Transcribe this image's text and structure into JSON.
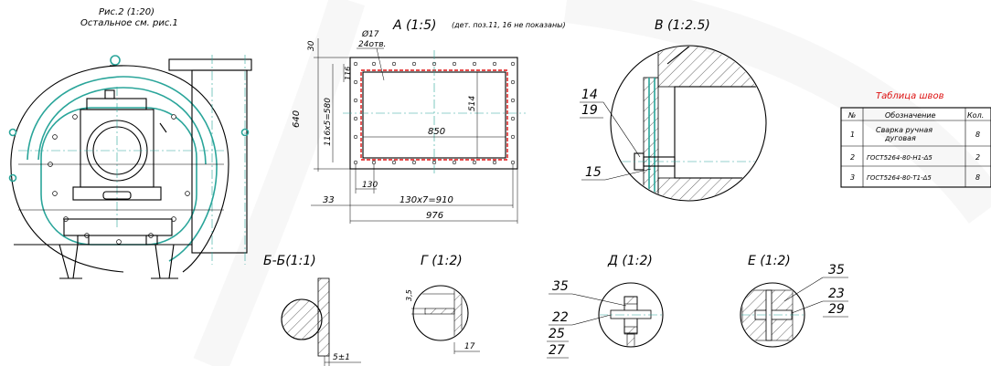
{
  "fig2": {
    "title": "Рис.2 (1:20)",
    "subtitle": "Остальное см. рис.1"
  },
  "viewA": {
    "title": "А  (1:5)",
    "note": "(дет. поз.11, 16 не показаны)",
    "dims": {
      "d30": "30",
      "hole": "Ø17",
      "holes": "24отв.",
      "d116": "116",
      "d640": "640",
      "d116x5": "116х5=580",
      "d514": "514",
      "d850": "850",
      "d130": "130",
      "d33": "33",
      "d130x7": "130х7=910",
      "d976": "976"
    }
  },
  "viewB": {
    "title": "В  (1:2.5)",
    "p14": "14",
    "p19": "19",
    "p15": "15"
  },
  "sectionBB": {
    "title": "Б-Б(1:1)",
    "dim": "5±1"
  },
  "viewG": {
    "title": "Г  (1:2)",
    "d35": "3,5",
    "d17": "17"
  },
  "viewD": {
    "title": "Д  (1:2)",
    "p35": "35",
    "p22": "22",
    "p25": "25",
    "p27": "27"
  },
  "viewE": {
    "title": "Е  (1:2)",
    "p35": "35",
    "p23": "23",
    "p29": "29"
  },
  "welds": {
    "title": "Таблица швов",
    "headers": [
      "№",
      "Обозначение",
      "Кол."
    ],
    "rows": [
      [
        "1",
        "Сварка ручная дуговая",
        "8"
      ],
      [
        "2",
        "ГОСТ5264-80-Н1-Δ5",
        "2"
      ],
      [
        "3",
        "ГОСТ5264-80-Т1-Δ5",
        "8"
      ]
    ]
  },
  "colors": {
    "green": "#2aa59a",
    "red": "#d11111"
  }
}
